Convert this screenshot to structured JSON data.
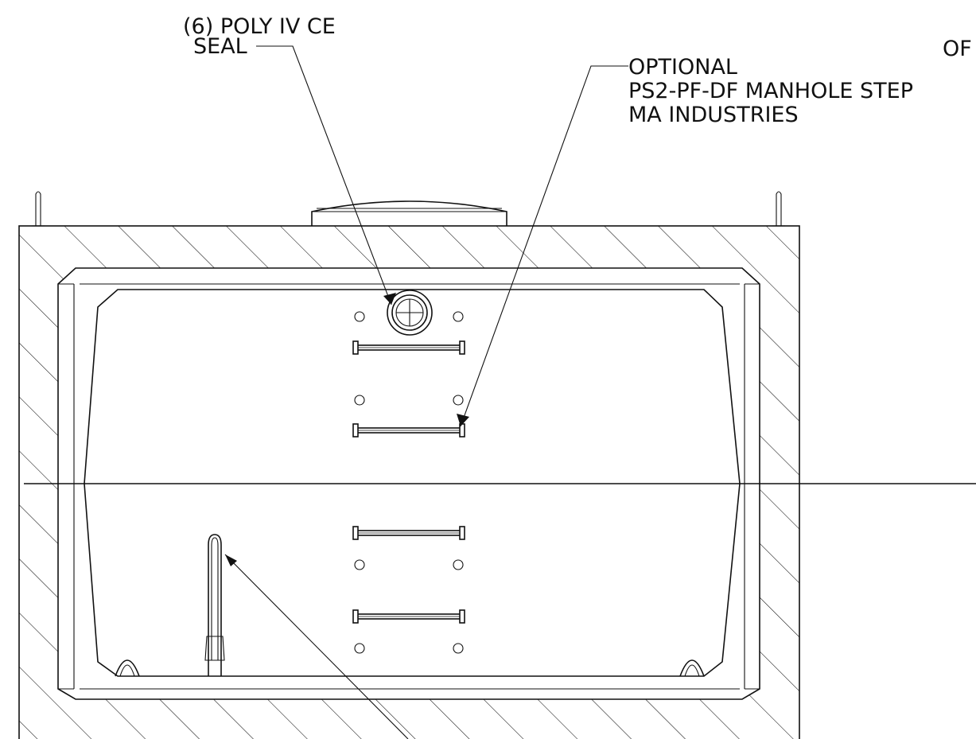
{
  "drawing": {
    "labels": {
      "callout_seal_line1": "(6) POLY IV CE",
      "callout_seal_line2": "SEAL",
      "callout_step_line1": "OPTIONAL",
      "callout_step_line2": "PS2-PF-DF MANHOLE STEP",
      "callout_step_line3": "MA INDUSTRIES",
      "edge_text": "OF"
    },
    "components": {
      "step_count": 4,
      "seal_count": 1
    }
  }
}
